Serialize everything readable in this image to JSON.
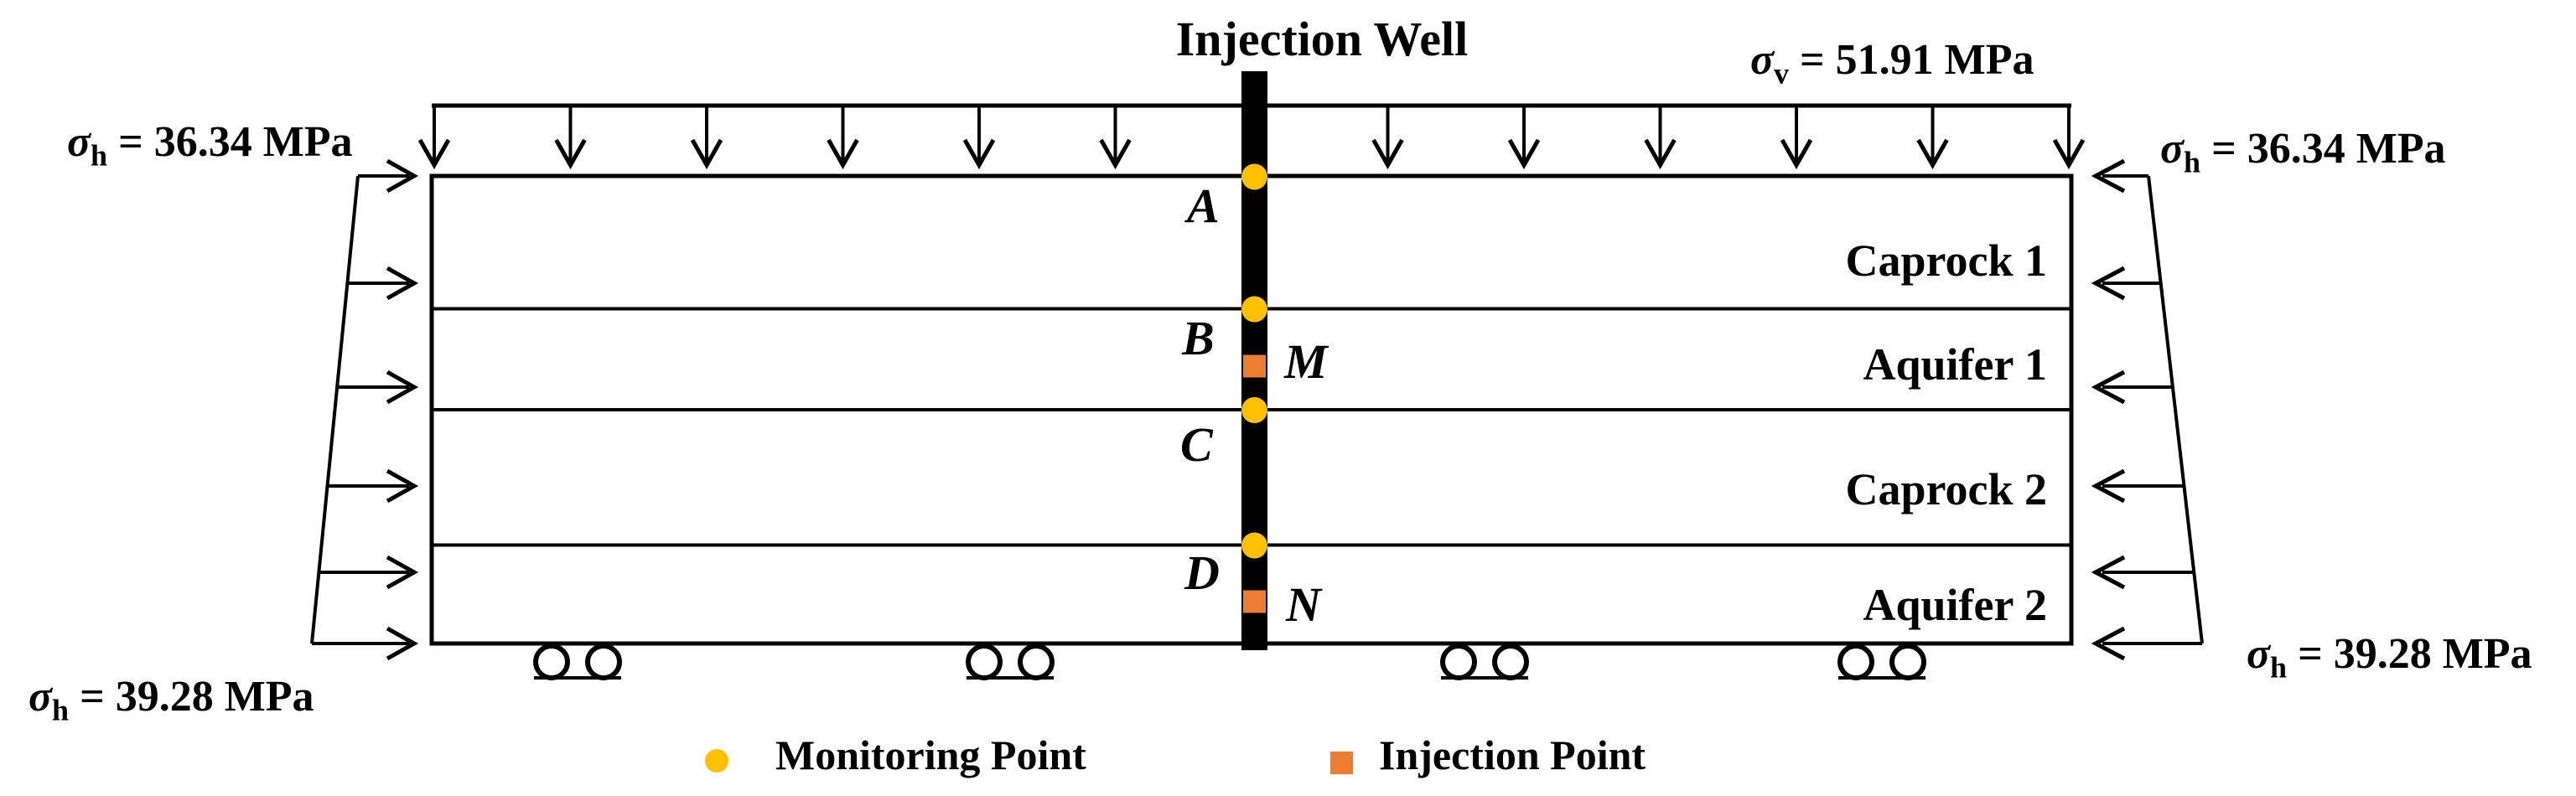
{
  "title": "Injection Well",
  "stresses": {
    "sigma_v": {
      "symbol": "σ",
      "sub": "v",
      "value": " = 51.91 MPa"
    },
    "sigma_h_top_left": {
      "symbol": "σ",
      "sub": "h",
      "value": " = 36.34 MPa"
    },
    "sigma_h_top_right": {
      "symbol": "σ",
      "sub": "h",
      "value": " = 36.34 MPa"
    },
    "sigma_h_bottom_left": {
      "symbol": "σ",
      "sub": "h",
      "value": " = 39.28 MPa"
    },
    "sigma_h_bottom_right": {
      "symbol": "σ",
      "sub": "h",
      "value": " = 39.28 MPa"
    }
  },
  "layers": [
    {
      "name": "Caprock 1"
    },
    {
      "name": "Aquifer 1"
    },
    {
      "name": "Caprock 2"
    },
    {
      "name": "Aquifer 2"
    }
  ],
  "monitoring_points": [
    {
      "label": "A"
    },
    {
      "label": "B"
    },
    {
      "label": "C"
    },
    {
      "label": "D"
    }
  ],
  "injection_points": [
    {
      "label": "M"
    },
    {
      "label": "N"
    }
  ],
  "legend": {
    "monitoring": "Monitoring Point",
    "injection": "Injection Point"
  },
  "colors": {
    "monitoring_point": "#FFC000",
    "injection_point": "#ED7D31",
    "line": "#000000"
  }
}
